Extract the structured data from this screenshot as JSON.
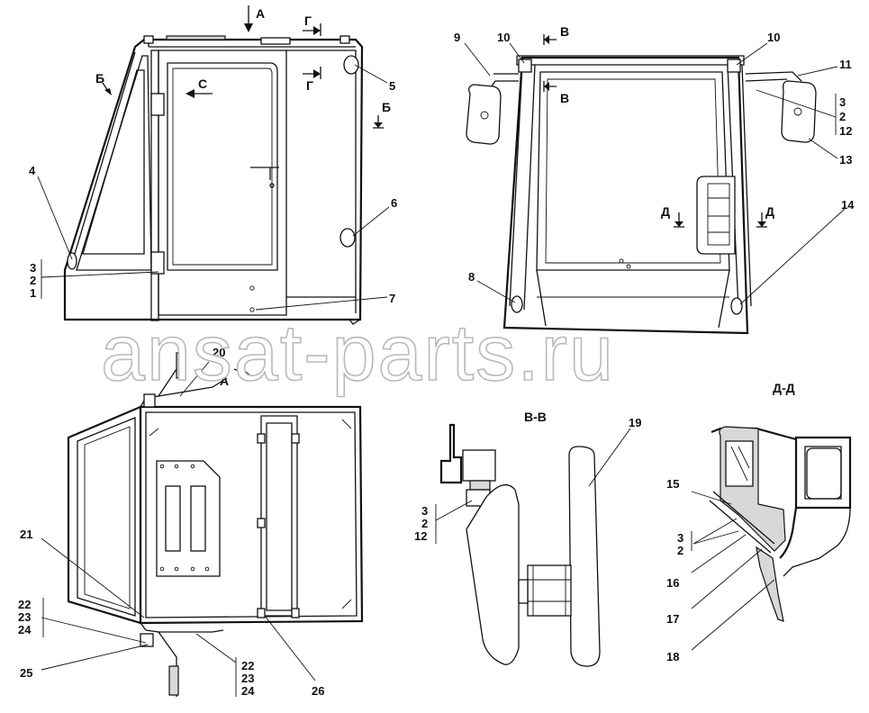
{
  "watermark": "ansat-parts.ru",
  "section_titles": {
    "v_v": "В-В",
    "d_d": "Д-Д"
  },
  "view_markers": {
    "a_top": "А",
    "a_plan": "А",
    "g_top": "Г",
    "g_mid": "Г",
    "b_left": "Б",
    "b_right": "Б",
    "c_mid": "С",
    "v_top": "В",
    "v_mid": "В",
    "d_left": "Д",
    "d_right": "Д"
  },
  "side_view_labels": {
    "l4": "4",
    "l5": "5",
    "l6": "6",
    "l7": "7",
    "stack": [
      "3",
      "2",
      "1"
    ]
  },
  "front_view_labels": {
    "l8": "8",
    "l9": "9",
    "l10a": "10",
    "l10b": "10",
    "l11": "11",
    "l13": "13",
    "l14": "14",
    "stack": [
      "3",
      "2",
      "12"
    ]
  },
  "plan_view_labels": {
    "l20": "20",
    "l21": "21",
    "l25": "25",
    "l26": "26",
    "stack_left": [
      "22",
      "23",
      "24"
    ],
    "stack_bottom": [
      "22",
      "23",
      "24"
    ]
  },
  "section_vv_labels": {
    "l19": "19",
    "stack": [
      "3",
      "2",
      "12"
    ]
  },
  "section_dd_labels": {
    "l15": "15",
    "l16": "16",
    "l17": "17",
    "l18": "18",
    "stack": [
      "3",
      "2"
    ]
  }
}
